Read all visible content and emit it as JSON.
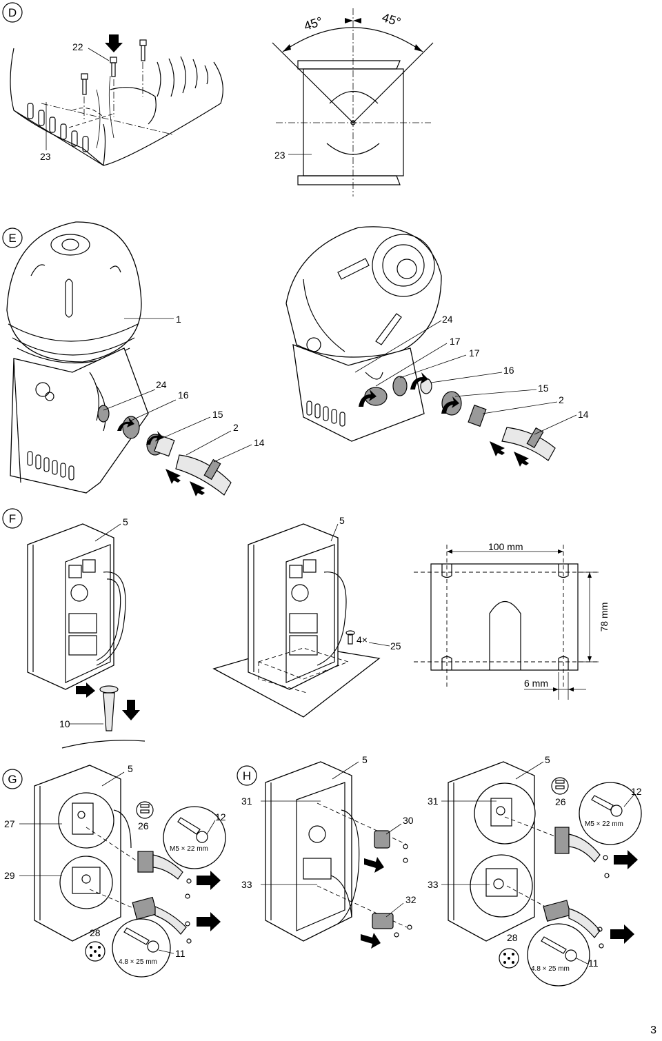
{
  "sections": {
    "D": "D",
    "E": "E",
    "F": "F",
    "G": "G",
    "H": "H"
  },
  "D": {
    "parts": {
      "screw": "22",
      "bracket_left": "23",
      "bracket_right": "23"
    },
    "angles": {
      "left": "45°",
      "right": "45°"
    }
  },
  "E": {
    "left": {
      "p1": "1",
      "p24": "24",
      "p16": "16",
      "p15": "15",
      "p2": "2",
      "p14": "14"
    },
    "right": {
      "p24": "24",
      "p17a": "17",
      "p17b": "17",
      "p16": "16",
      "p15": "15",
      "p2": "2",
      "p14": "14"
    }
  },
  "F": {
    "left": {
      "p5": "5",
      "p10": "10"
    },
    "middle": {
      "p5": "5",
      "count": "4×",
      "p25": "25"
    },
    "template": {
      "width": "100 mm",
      "height": "78 mm",
      "slot": "6 mm"
    }
  },
  "G": {
    "p5": "5",
    "p27": "27",
    "p29": "29",
    "p26": "26",
    "p12": "12",
    "screw_m5": "M5 × 22 mm",
    "p28": "28",
    "p11": "11",
    "screw_48": "4.8 × 25 mm"
  },
  "H": {
    "left": {
      "p5": "5",
      "p31": "31",
      "p30": "30",
      "p33": "33",
      "p32": "32"
    },
    "right": {
      "p5": "5",
      "p31": "31",
      "p26": "26",
      "p12": "12",
      "screw_m5": "M5 × 22 mm",
      "p33": "33",
      "p28": "28",
      "p11": "11",
      "screw_48": "4.8 × 25 mm"
    }
  },
  "page_number": "3"
}
